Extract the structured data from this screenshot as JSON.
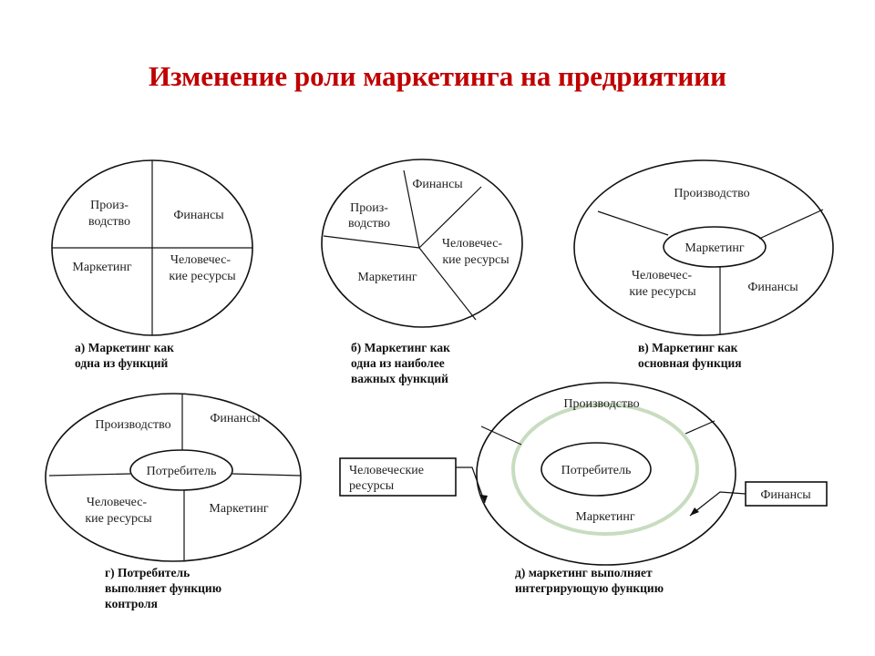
{
  "title": "Изменение роли маркетинга на предриятиии",
  "a": {
    "top_left_1": "Произ-",
    "top_left_2": "водство",
    "top_right": "Финансы",
    "bottom_left": "Маркетинг",
    "bottom_right_1": "Человечес-",
    "bottom_right_2": "кие ресурсы",
    "caption_1": "а) Маркетинг как",
    "caption_2": "одна из функций"
  },
  "b": {
    "finance": "Финансы",
    "production_1": "Произ-",
    "production_2": "водство",
    "hr_1": "Человечес-",
    "hr_2": "кие ресурсы",
    "marketing": "Маркетинг",
    "caption_1": "б) Маркетинг как",
    "caption_2": "одна из наиболее",
    "caption_3": "важных функций"
  },
  "v": {
    "production": "Производство",
    "center": "Маркетинг",
    "hr_1": "Человечес-",
    "hr_2": "кие ресурсы",
    "finance": "Финансы",
    "caption_1": "в) Маркетинг как",
    "caption_2": "основная функция"
  },
  "g": {
    "production": "Производство",
    "finance": "Финансы",
    "center": "Потребитель",
    "hr_1": "Человечес-",
    "hr_2": "кие ресурсы",
    "marketing": "Маркетинг",
    "caption_1": "г) Потребитель",
    "caption_2": "выполняет функцию",
    "caption_3": "контроля"
  },
  "d": {
    "production": "Производство",
    "center": "Потребитель",
    "marketing": "Маркетинг",
    "hr_box_1": "Человеческие",
    "hr_box_2": "ресурсы",
    "finance_box": "Финансы",
    "caption_1": "д) маркетинг выполняет",
    "caption_2": "интегрирующую функцию"
  },
  "colors": {
    "title": "#c00000",
    "lines": "#111111",
    "ring": "#c8dcc0"
  }
}
